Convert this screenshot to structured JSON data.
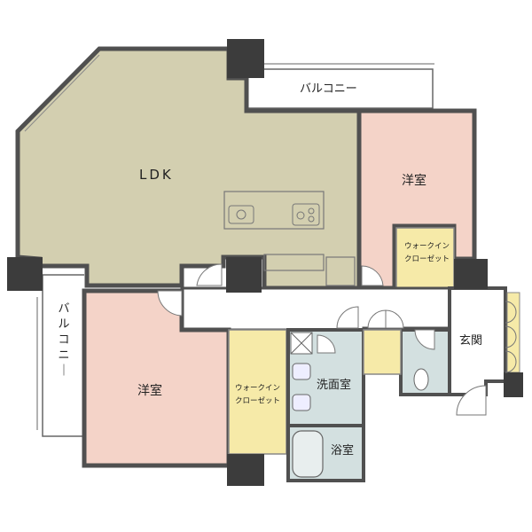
{
  "rooms": {
    "ldk": "LDK",
    "western_room_upper": "洋室",
    "western_room_lower": "洋室",
    "walk_in_closet_upper": "ウォークイン\nクローゼット",
    "walk_in_closet_lower": "ウォークイン\nクローゼット",
    "washroom": "洗面室",
    "bathroom": "浴室",
    "entrance": "玄関",
    "balcony_top": "バルコニー",
    "balcony_left": "バルコニー"
  },
  "colors": {
    "ldk": "#d3cfb0",
    "western_room": "#f4d3c8",
    "closet": "#f6eaa8",
    "wet_area": "#d3e0e0",
    "wall": "#505050",
    "pillar": "#3c3c3c",
    "fixture_line": "#666666"
  }
}
